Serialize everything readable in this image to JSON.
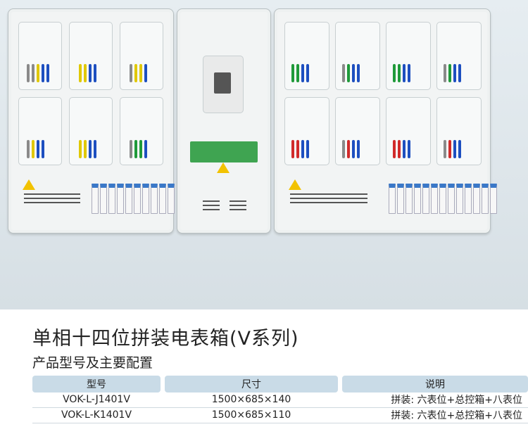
{
  "title": "单相十四位拼装电表箱(V系列)",
  "subtitle": "产品型号及主要配置",
  "table": {
    "headers": [
      "型号",
      "尺寸",
      "说明"
    ],
    "rows": [
      [
        "VOK-L-J1401V",
        "1500×685×140",
        "拼装: 六表位+总控箱+八表位"
      ],
      [
        "VOK-L-K1401V",
        "1500×685×110",
        "拼装: 六表位+总控箱+八表位"
      ]
    ]
  },
  "colors": {
    "header_bg": "#c9dbe7",
    "photo_bg": "#dde5ea",
    "breaker_blue": "#3a78c8",
    "warning_yellow": "#f2c200"
  }
}
